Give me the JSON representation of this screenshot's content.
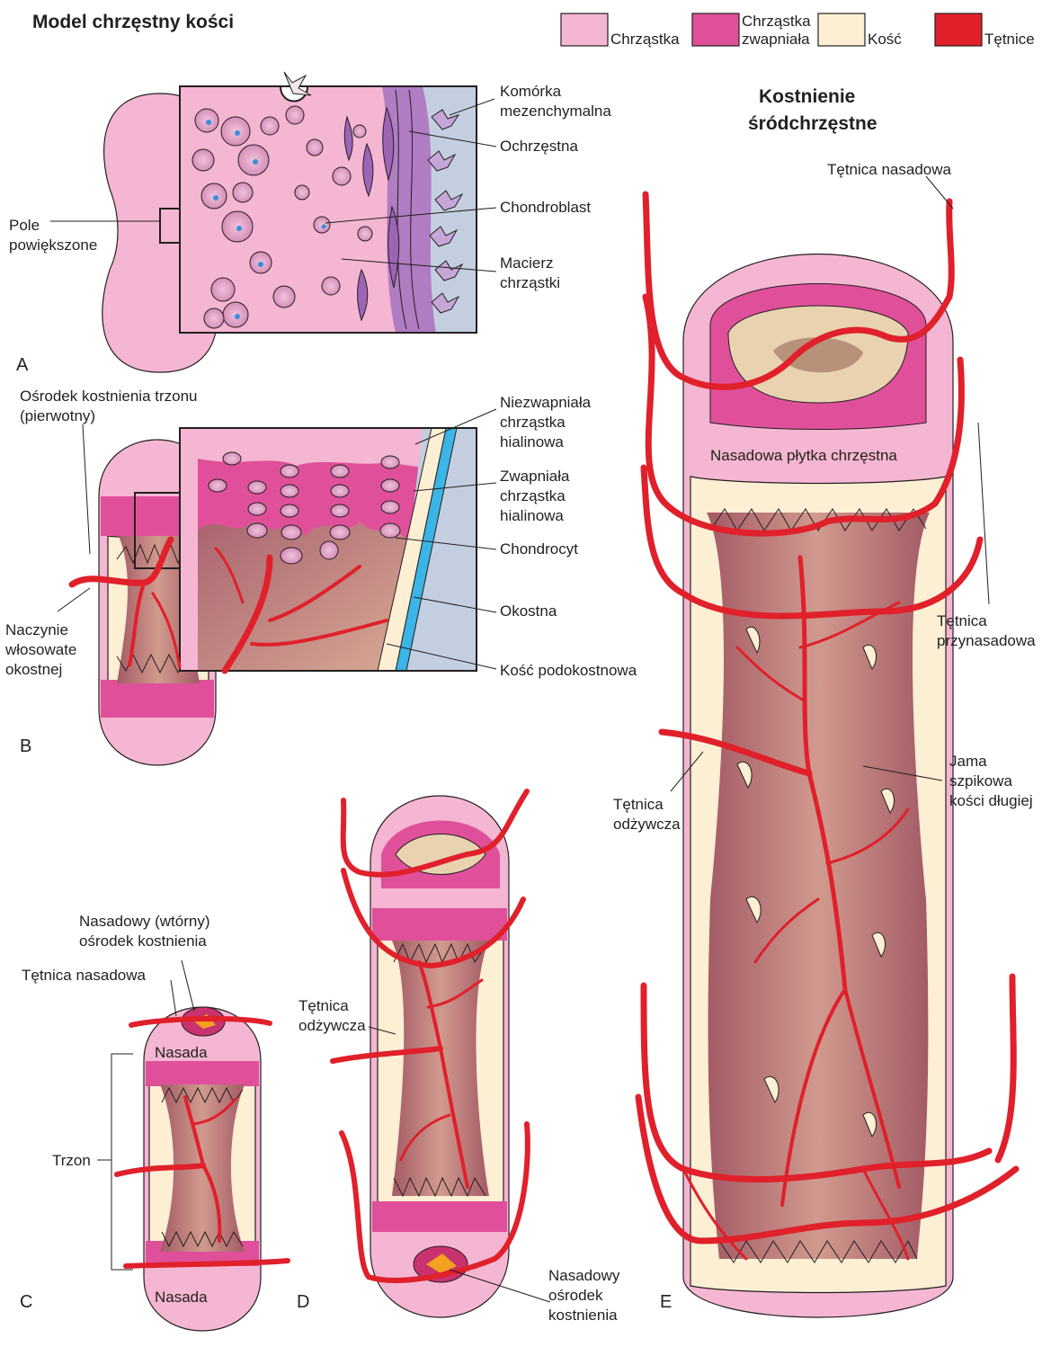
{
  "title": "Model chrzęstny kości",
  "legend": [
    {
      "label": "Chrząstka",
      "color": "#f4b6d2"
    },
    {
      "label": "Chrząstka zwapniała",
      "color": "#e0509a"
    },
    {
      "label": "Kość",
      "color": "#fcefd4"
    },
    {
      "label": "Tętnice",
      "color": "#e0202a"
    }
  ],
  "panels": {
    "A": "A",
    "B": "B",
    "C": "C",
    "D": "D",
    "E": "E"
  },
  "panel_a": {
    "komorka": "Komórka",
    "mezenchymalna": "mezenchymalna",
    "ochrzestna": "Ochrzęstna",
    "chondroblast": "Chondroblast",
    "macierz1": "Macierz",
    "macierz2": "chrząstki",
    "pole1": "Pole",
    "pole2": "powiększone"
  },
  "panel_b": {
    "osrodek1": "Ośrodek kostnienia trzonu",
    "osrodek2": "(pierwotny)",
    "niezw1": "Niezwapniała",
    "niezw2": "chrząstka",
    "niezw3": "hialinowa",
    "zwap1": "Zwapniała",
    "zwap2": "chrząstka",
    "zwap3": "hialinowa",
    "chondrocyt": "Chondrocyt",
    "okostna": "Okostna",
    "kosc_pod": "Kość podokostnowa",
    "naczynie1": "Naczynie",
    "naczynie2": "włosowate",
    "naczynie3": "okostnej"
  },
  "panel_c": {
    "nasadowy1": "Nasadowy (wtórny)",
    "nasadowy2": "ośrodek kostnienia",
    "tetnica_nas": "Tętnica nasadowa",
    "nasada_top": "Nasada",
    "trzon": "Trzon",
    "nasada_bot": "Nasada"
  },
  "panel_d": {
    "tetnica1": "Tętnica",
    "tetnica2": "odżywcza",
    "osrodek1": "Nasadowy",
    "osrodek2": "ośrodek",
    "osrodek3": "kostnienia"
  },
  "panel_e": {
    "title1": "Kostnienie",
    "title2": "śródchrzęstne",
    "tetnica_nas": "Tętnica nasadowa",
    "plytka": "Nasadowa płytka chrzęstna",
    "przynas1": "Tętnica",
    "przynas2": "przynasadowa",
    "jama1": "Jama",
    "jama2": "szpikowa",
    "jama3": "kości długiej",
    "odzyw1": "Tętnica",
    "odzyw2": "odżywcza"
  }
}
